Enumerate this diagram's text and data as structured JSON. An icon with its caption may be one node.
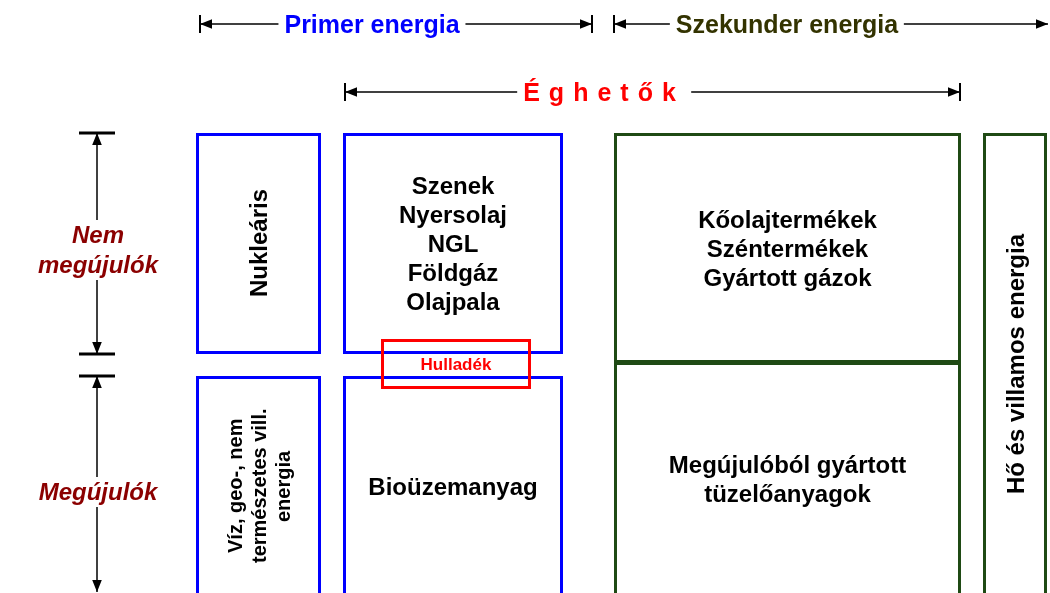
{
  "diagram": {
    "nodes": [
      {
        "text": [
          "Nukleáris"
        ]
      },
      {
        "text": [
          "Szenek",
          "Nyersolaj",
          "NGL",
          "Földgáz",
          "Olajpala"
        ]
      },
      {
        "text": [
          "Kőolajtermékek",
          "Széntermékek",
          "Gyártott gázok"
        ]
      },
      {
        "text": [
          "Hő és villamos energia"
        ]
      },
      {
        "text": [
          "Hulladék"
        ]
      },
      {
        "text": [
          "Víz, geo-, nem természetes vill. energia"
        ]
      },
      {
        "text": [
          "Bioüzemanyag"
        ]
      },
      {
        "text": [
          "Megújulóból gyártott tüzelőanyagok"
        ]
      }
    ],
    "edges": [],
    "labels": [
      "Primer energia",
      "Szekunder energia",
      "Éghetők",
      "Nem megújulók",
      "Megújulók"
    ]
  }
}
